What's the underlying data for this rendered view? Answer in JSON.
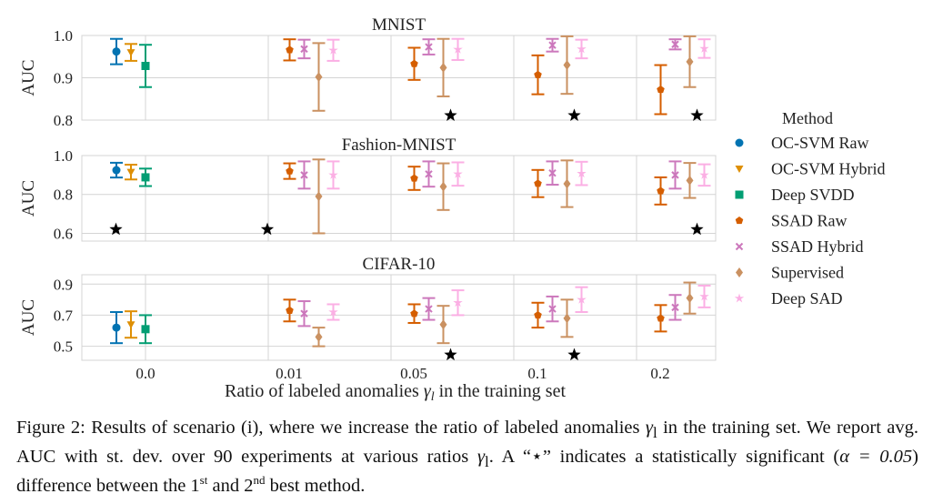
{
  "chart_data": [
    {
      "type": "errorbar",
      "title": "MNIST",
      "ylabel": "AUC",
      "ylim": [
        0.8,
        1.0
      ],
      "yticks": [
        "0.8",
        "0.9",
        "1.0"
      ],
      "categories": [
        "0.0",
        "0.01",
        "0.05",
        "0.1",
        "0.2"
      ],
      "series": [
        {
          "name": "OC-SVM Raw",
          "mean": [
            0.962,
            null,
            null,
            null,
            null
          ],
          "std": [
            0.03,
            null,
            null,
            null,
            null
          ]
        },
        {
          "name": "OC-SVM Hybrid",
          "mean": [
            0.96,
            null,
            null,
            null,
            null
          ],
          "std": [
            0.02,
            null,
            null,
            null,
            null
          ]
        },
        {
          "name": "Deep SVDD",
          "mean": [
            0.928,
            null,
            null,
            null,
            null
          ],
          "std": [
            0.05,
            null,
            null,
            null,
            null
          ]
        },
        {
          "name": "SSAD Raw",
          "mean": [
            null,
            0.966,
            0.933,
            0.907,
            0.872
          ],
          "std": [
            null,
            0.025,
            0.038,
            0.046,
            0.058
          ]
        },
        {
          "name": "SSAD Hybrid",
          "mean": [
            null,
            0.968,
            0.973,
            0.977,
            0.979
          ],
          "std": [
            null,
            0.022,
            0.018,
            0.015,
            0.012
          ]
        },
        {
          "name": "Supervised",
          "mean": [
            null,
            0.902,
            0.924,
            0.93,
            0.938
          ],
          "std": [
            null,
            0.08,
            0.068,
            0.068,
            0.06
          ]
        },
        {
          "name": "Deep SAD",
          "mean": [
            null,
            0.965,
            0.967,
            0.968,
            0.969
          ],
          "std": [
            null,
            0.025,
            0.025,
            0.022,
            0.022
          ]
        }
      ],
      "stars": [
        {
          "category": "0.05",
          "value": 0.811
        },
        {
          "category": "0.1",
          "value": 0.811
        },
        {
          "category": "0.2",
          "value": 0.811
        }
      ]
    },
    {
      "type": "errorbar",
      "title": "Fashion-MNIST",
      "ylabel": "AUC",
      "ylim": [
        0.56,
        1.0
      ],
      "yticks": [
        "0.6",
        "0.8",
        "1.0"
      ],
      "categories": [
        "0.0",
        "0.01",
        "0.05",
        "0.1",
        "0.2"
      ],
      "series": [
        {
          "name": "OC-SVM Raw",
          "mean": [
            0.925,
            null,
            null,
            null,
            null
          ],
          "std": [
            0.038,
            null,
            null,
            null,
            null
          ]
        },
        {
          "name": "OC-SVM Hybrid",
          "mean": [
            0.915,
            null,
            null,
            null,
            null
          ],
          "std": [
            0.038,
            null,
            null,
            null,
            null
          ]
        },
        {
          "name": "Deep SVDD",
          "mean": [
            0.888,
            null,
            null,
            null,
            null
          ],
          "std": [
            0.045,
            null,
            null,
            null,
            null
          ]
        },
        {
          "name": "SSAD Raw",
          "mean": [
            null,
            0.92,
            0.883,
            0.856,
            0.818
          ],
          "std": [
            null,
            0.04,
            0.06,
            0.07,
            0.07
          ]
        },
        {
          "name": "SSAD Hybrid",
          "mean": [
            null,
            0.9,
            0.905,
            0.91,
            0.9
          ],
          "std": [
            null,
            0.07,
            0.065,
            0.06,
            0.07
          ]
        },
        {
          "name": "Supervised",
          "mean": [
            null,
            0.79,
            0.84,
            0.855,
            0.872
          ],
          "std": [
            null,
            0.19,
            0.12,
            0.12,
            0.09
          ]
        },
        {
          "name": "Deep SAD",
          "mean": [
            null,
            0.9,
            0.905,
            0.908,
            0.9
          ],
          "std": [
            null,
            0.07,
            0.06,
            0.06,
            0.055
          ]
        }
      ],
      "stars": [
        {
          "category": "0.0",
          "value": 0.62
        },
        {
          "category": "0.01",
          "value": 0.62
        },
        {
          "category": "0.2",
          "value": 0.62
        }
      ]
    },
    {
      "type": "errorbar",
      "title": "CIFAR-10",
      "ylabel": "AUC",
      "ylim": [
        0.41,
        0.96
      ],
      "yticks": [
        "0.5",
        "0.7",
        "0.9"
      ],
      "categories": [
        "0.0",
        "0.01",
        "0.05",
        "0.1",
        "0.2"
      ],
      "series": [
        {
          "name": "OC-SVM Raw",
          "mean": [
            0.62,
            null,
            null,
            null,
            null
          ],
          "std": [
            0.1,
            null,
            null,
            null,
            null
          ]
        },
        {
          "name": "OC-SVM Hybrid",
          "mean": [
            0.64,
            null,
            null,
            null,
            null
          ],
          "std": [
            0.085,
            null,
            null,
            null,
            null
          ]
        },
        {
          "name": "Deep SVDD",
          "mean": [
            0.61,
            null,
            null,
            null,
            null
          ],
          "std": [
            0.09,
            null,
            null,
            null,
            null
          ]
        },
        {
          "name": "SSAD Raw",
          "mean": [
            null,
            0.73,
            0.71,
            0.7,
            0.68
          ],
          "std": [
            null,
            0.07,
            0.06,
            0.08,
            0.085
          ]
        },
        {
          "name": "SSAD Hybrid",
          "mean": [
            null,
            0.71,
            0.74,
            0.74,
            0.75
          ],
          "std": [
            null,
            0.08,
            0.07,
            0.08,
            0.08
          ]
        },
        {
          "name": "Supervised",
          "mean": [
            null,
            0.56,
            0.64,
            0.68,
            0.81
          ],
          "std": [
            null,
            0.06,
            0.12,
            0.12,
            0.1
          ]
        },
        {
          "name": "Deep SAD",
          "mean": [
            null,
            0.72,
            0.78,
            0.8,
            0.82
          ],
          "std": [
            null,
            0.05,
            0.08,
            0.08,
            0.07
          ]
        }
      ],
      "stars": [
        {
          "category": "0.05",
          "value": 0.445
        },
        {
          "category": "0.1",
          "value": 0.445
        }
      ]
    }
  ],
  "shared": {
    "xlabel_prefix": "Ratio of labeled anomalies ",
    "xlabel_symbol": "γ",
    "xlabel_subscript": "l",
    "xlabel_suffix": " in the training set",
    "legend_title": "Method",
    "legend_placement": "right",
    "grid": true,
    "colors": {
      "OC-SVM Raw": "#0173b2",
      "OC-SVM Hybrid": "#de8f05",
      "Deep SVDD": "#029e73",
      "SSAD Raw": "#d55e00",
      "SSAD Hybrid": "#cc78bc",
      "Supervised": "#ca9161",
      "Deep SAD": "#fbafe4"
    },
    "markers": {
      "OC-SVM Raw": "circle",
      "OC-SVM Hybrid": "triangle-down",
      "Deep SVDD": "square",
      "SSAD Raw": "pentagon",
      "SSAD Hybrid": "x",
      "Supervised": "diamond",
      "Deep SAD": "star"
    },
    "star_marker_color": "#000000"
  },
  "caption": {
    "label": "Figure 2:",
    "p1": " Results of scenario (i), where we increase the ratio of labeled anomalies ",
    "gamma": "γ",
    "sub": "l",
    "p2": " in the training set. We report avg. AUC with st. dev. over 90 experiments at various ratios ",
    "p3": ". A “",
    "star": "⋆",
    "p4": "” indicates a statistically significant (",
    "alpha": "α = 0.05",
    "p5": ") difference between the 1",
    "sup1": "st",
    "p6": " and 2",
    "sup2": "nd",
    "p7": " best method."
  }
}
